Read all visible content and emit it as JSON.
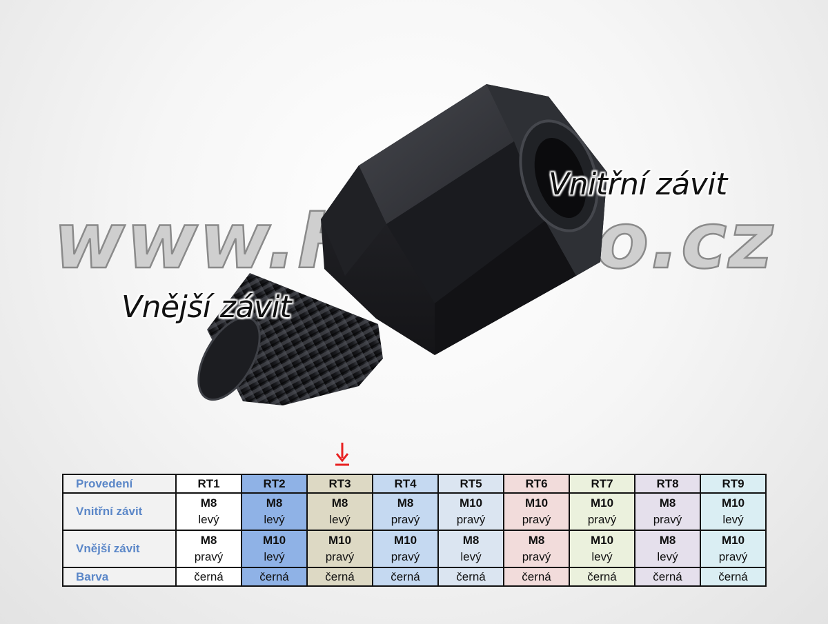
{
  "watermark": {
    "text": "www.HZmoto.cz"
  },
  "callouts": {
    "inner": "Vnitřní závit",
    "outer": "Vnější závit"
  },
  "colors": {
    "watermark_fill": "#cfcfcf",
    "watermark_stroke": "#8a8a8a",
    "marker": "#e82020",
    "row_label": "#5b87c8",
    "part": "#1d1f24"
  },
  "table": {
    "row_labels": {
      "provedeni": "Provedení",
      "vnitrni": "Vnitřní závit",
      "vnejsi": "Vnější závit",
      "barva": "Barva"
    },
    "selected_column": "RT3",
    "columns": [
      {
        "code": "RT1",
        "bg": "#ffffff",
        "inner_size": "M8",
        "inner_dir": "levý",
        "outer_size": "M8",
        "outer_dir": "pravý",
        "color": "černá"
      },
      {
        "code": "RT2",
        "bg": "#8fb2e6",
        "inner_size": "M8",
        "inner_dir": "levý",
        "outer_size": "M10",
        "outer_dir": "levý",
        "color": "černá"
      },
      {
        "code": "RT3",
        "bg": "#ddd9c4",
        "inner_size": "M8",
        "inner_dir": "levý",
        "outer_size": "M10",
        "outer_dir": "pravý",
        "color": "černá"
      },
      {
        "code": "RT4",
        "bg": "#c5d9f1",
        "inner_size": "M8",
        "inner_dir": "pravý",
        "outer_size": "M10",
        "outer_dir": "pravý",
        "color": "černá"
      },
      {
        "code": "RT5",
        "bg": "#dbe5f1",
        "inner_size": "M10",
        "inner_dir": "pravý",
        "outer_size": "M8",
        "outer_dir": "levý",
        "color": "černá"
      },
      {
        "code": "RT6",
        "bg": "#f2dcdb",
        "inner_size": "M10",
        "inner_dir": "pravý",
        "outer_size": "M8",
        "outer_dir": "pravý",
        "color": "černá"
      },
      {
        "code": "RT7",
        "bg": "#ebf1dd",
        "inner_size": "M10",
        "inner_dir": "pravý",
        "outer_size": "M10",
        "outer_dir": "levý",
        "color": "černá"
      },
      {
        "code": "RT8",
        "bg": "#e5e0ec",
        "inner_size": "M8",
        "inner_dir": "pravý",
        "outer_size": "M8",
        "outer_dir": "levý",
        "color": "černá"
      },
      {
        "code": "RT9",
        "bg": "#daeef3",
        "inner_size": "M10",
        "inner_dir": "levý",
        "outer_size": "M10",
        "outer_dir": "pravý",
        "color": "černá"
      }
    ]
  }
}
